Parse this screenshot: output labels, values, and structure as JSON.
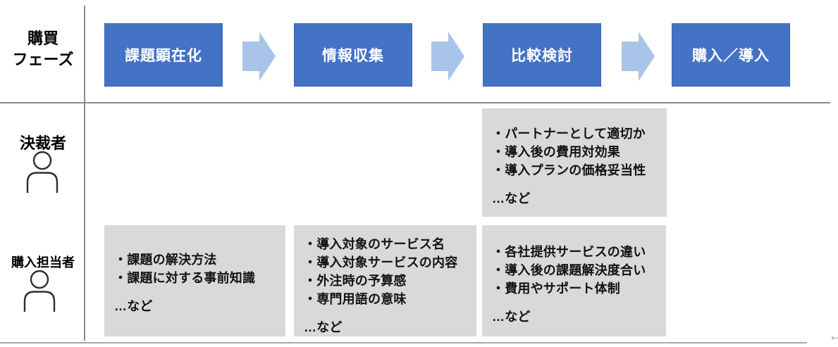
{
  "colors": {
    "phase_blue": "#4472C4",
    "arrow_blue": "#A9C4E9",
    "cell_gray": "#D9D9D9",
    "line_gray": "#8C8C8C"
  },
  "left_column": {
    "title_line1": "購買",
    "title_line2": "フェーズ",
    "rows": [
      {
        "label": "決裁者",
        "icon": "person-icon"
      },
      {
        "label": "購入担当者",
        "icon": "person-icon"
      }
    ]
  },
  "phases": [
    {
      "label": "課題顕在化"
    },
    {
      "label": "情報収集"
    },
    {
      "label": "比較検討"
    },
    {
      "label": "購入／導入"
    }
  ],
  "cells": [
    {
      "row": "決裁者",
      "phase": "比較検討",
      "items": [
        "・パートナーとして適切か",
        "・導入後の費用対効果",
        "・導入プランの価格妥当性"
      ],
      "footer": "…など"
    },
    {
      "row": "購入担当者",
      "phase": "課題顕在化",
      "items": [
        "・課題の解決方法",
        "・課題に対する事前知識"
      ],
      "footer": "…など"
    },
    {
      "row": "購入担当者",
      "phase": "情報収集",
      "items": [
        "・導入対象のサービス名",
        "・導入対象サービスの内容",
        "・外注時の予算感",
        "・専門用語の意味"
      ],
      "footer": "…など"
    },
    {
      "row": "購入担当者",
      "phase": "比較検討",
      "items": [
        "・各社提供サービスの違い",
        "・導入後の課題解決度合い",
        "・費用やサポート体制"
      ],
      "footer": "…など"
    }
  ],
  "corner_arrow": "←"
}
